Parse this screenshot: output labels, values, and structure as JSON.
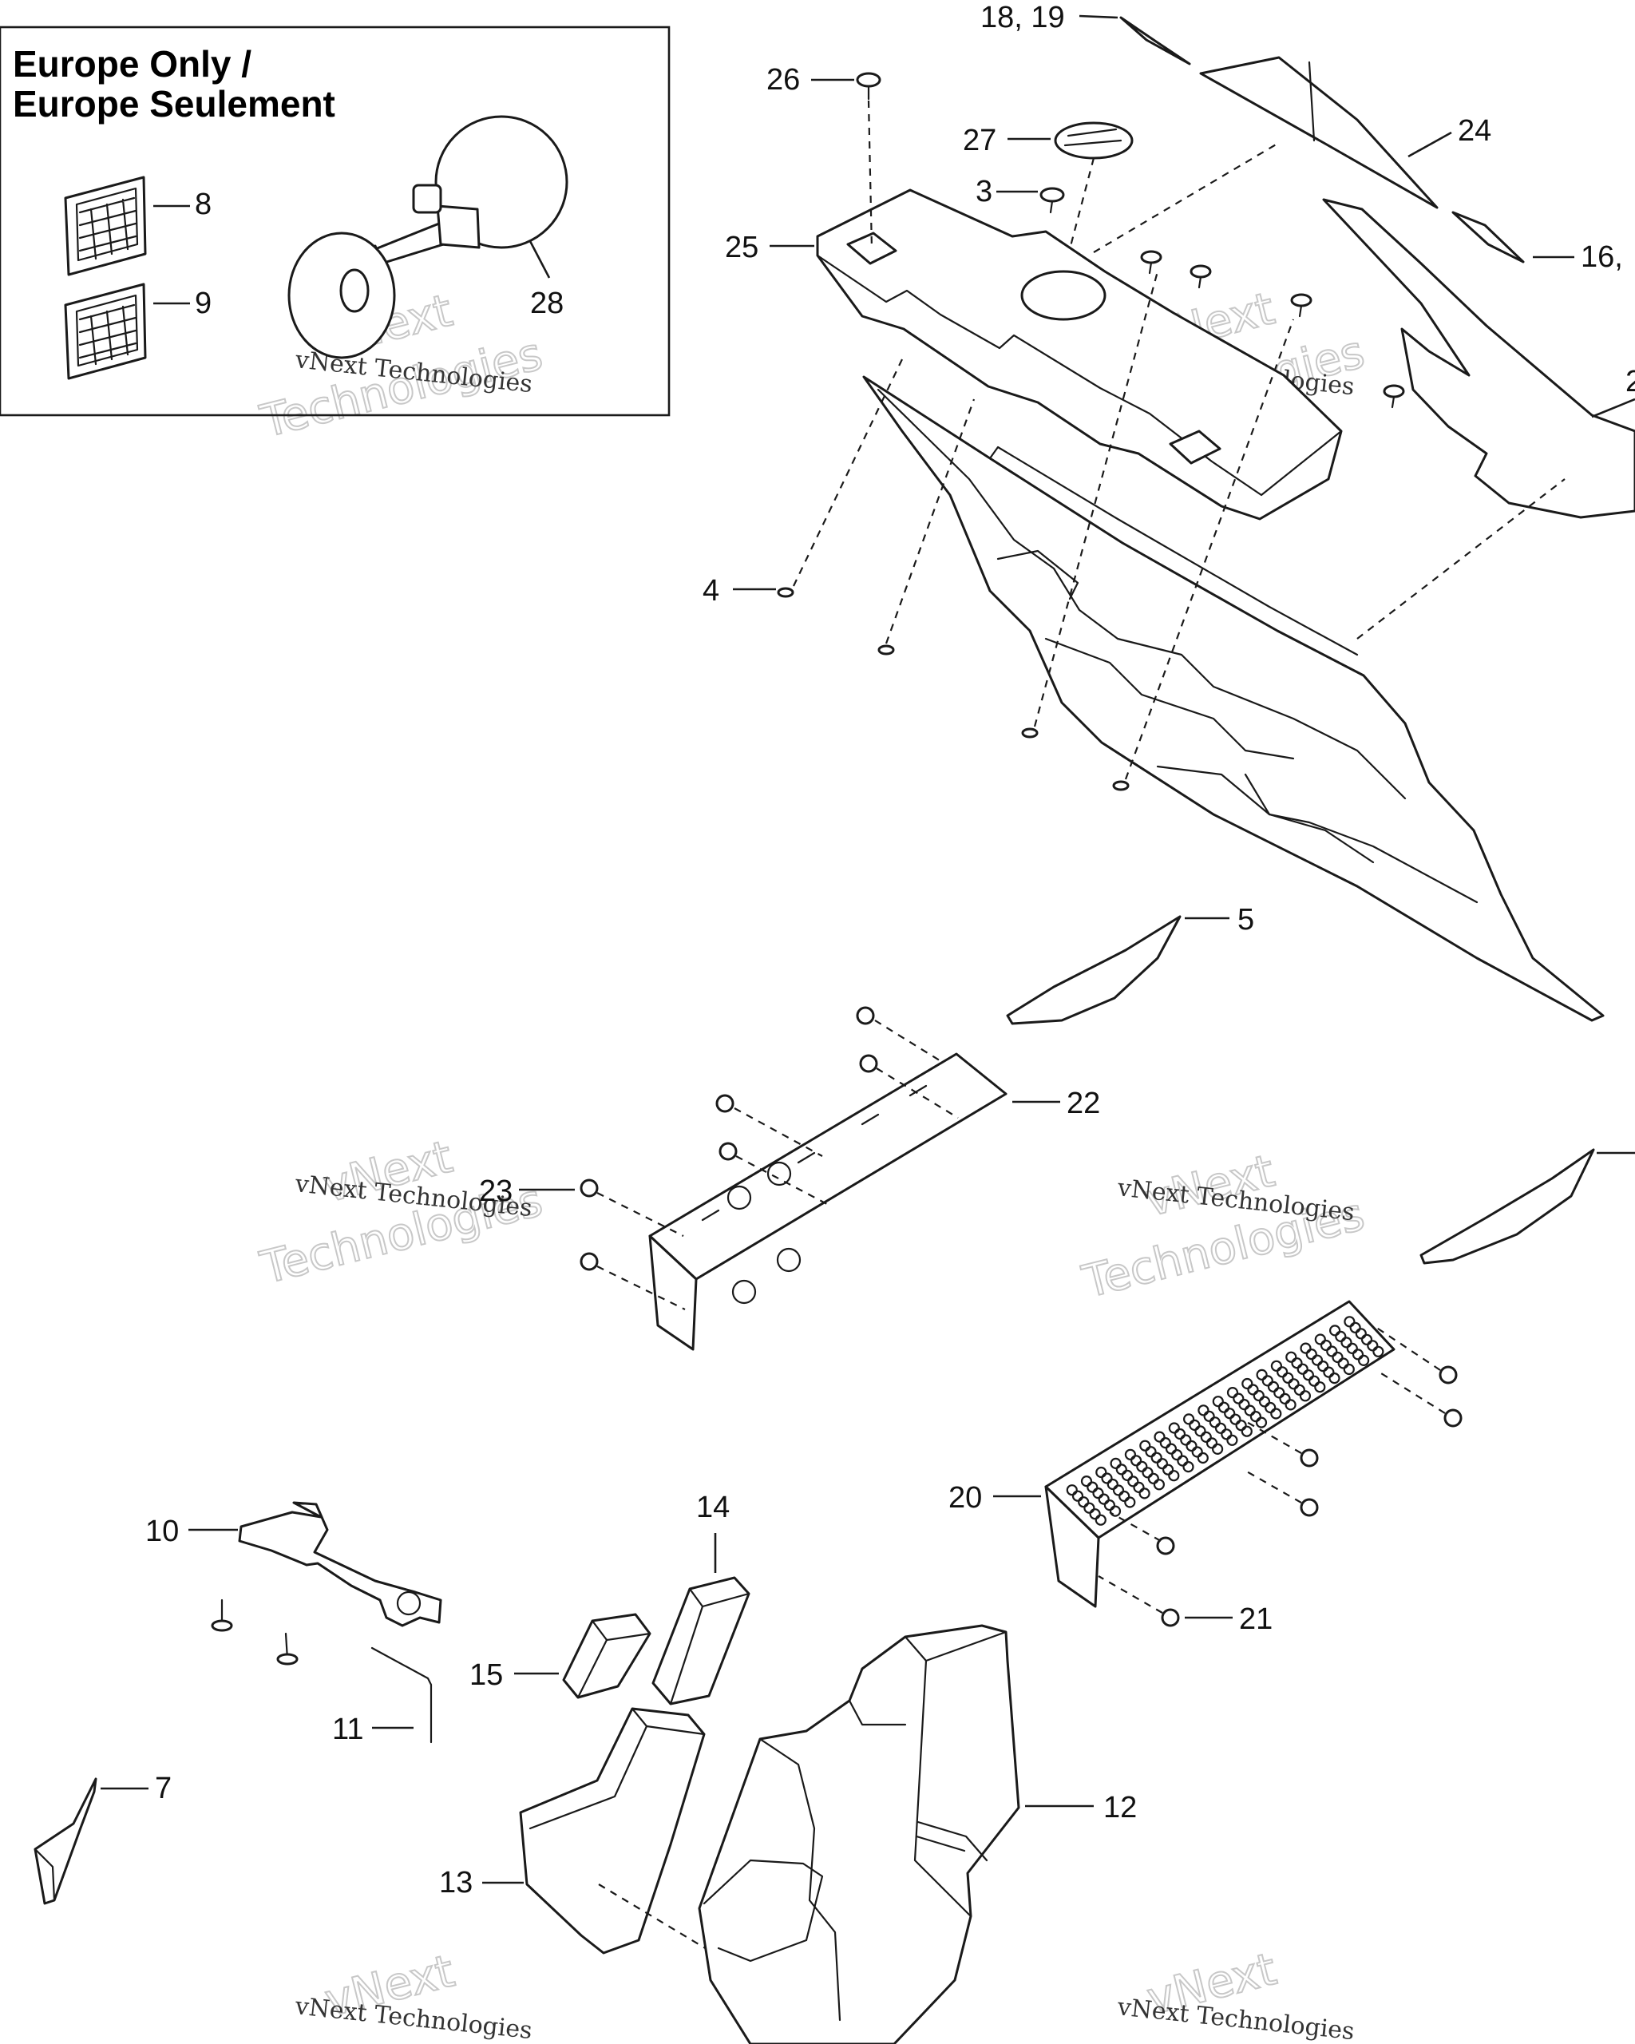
{
  "inset": {
    "title_line1": "Europe Only /",
    "title_line2": "Europe Seulement"
  },
  "watermark": {
    "small": "vNext Technologies",
    "big_line1": "vNext",
    "big_line2": "Technologies"
  },
  "callouts": {
    "c3": "3",
    "c4": "4",
    "c5": "5",
    "c7": "7",
    "c8": "8",
    "c9": "9",
    "c10": "10",
    "c11": "11",
    "c12": "12",
    "c13": "13",
    "c14": "14",
    "c15": "15",
    "c16": "16,",
    "c18": "18, 19",
    "c20": "20",
    "c21": "21",
    "c22": "22",
    "c23": "23",
    "c24": "24",
    "c25": "25",
    "c26": "26",
    "c27": "27",
    "c28": "28",
    "c2x": "2"
  }
}
